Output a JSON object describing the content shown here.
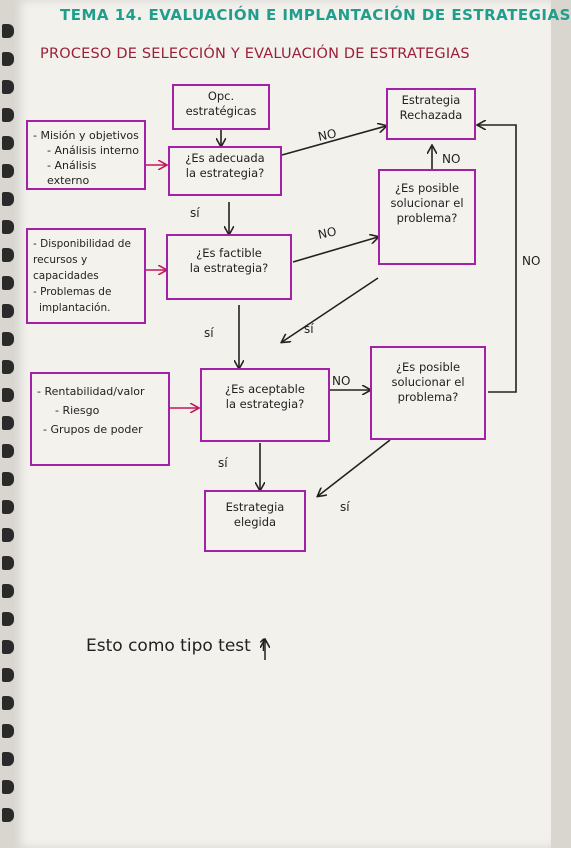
{
  "title": "TEMA 14. EVALUACIÓN E IMPLANTACIÓN DE ESTRATEGIAS",
  "subtitle": "PROCESO DE SELECCIÓN Y EVALUACIÓN DE ESTRATEGIAS",
  "boxes": {
    "opciones": [
      "Opc.",
      "estratégicas"
    ],
    "adecuada": [
      "¿Es adecuada",
      "la estrategia?"
    ],
    "factible": [
      "¿Es factible",
      "la estrategia?"
    ],
    "aceptable": [
      "¿Es aceptable",
      "la estrategia?"
    ],
    "elegida": [
      "Estrategia",
      "elegida"
    ],
    "rechazada": [
      "Estrategia",
      "Rechazada"
    ],
    "solucionar1": [
      "¿Es posible",
      "solucionar el",
      "problema?"
    ],
    "solucionar2": [
      "¿Es posible",
      "solucionar el",
      "problema?"
    ],
    "mision": [
      "- Misión y objetivos",
      "- Análisis interno",
      "- Análisis externo"
    ],
    "recursos": [
      "- Disponibilidad de",
      "recursos y capacidades",
      "- Problemas de",
      "implantación."
    ],
    "rentabilidad": [
      "- Rentabilidad/valor",
      "- Riesgo",
      "- Grupos de poder"
    ]
  },
  "labels": {
    "no": "NO",
    "si": "sí"
  },
  "note": "Esto como tipo test ↑"
}
